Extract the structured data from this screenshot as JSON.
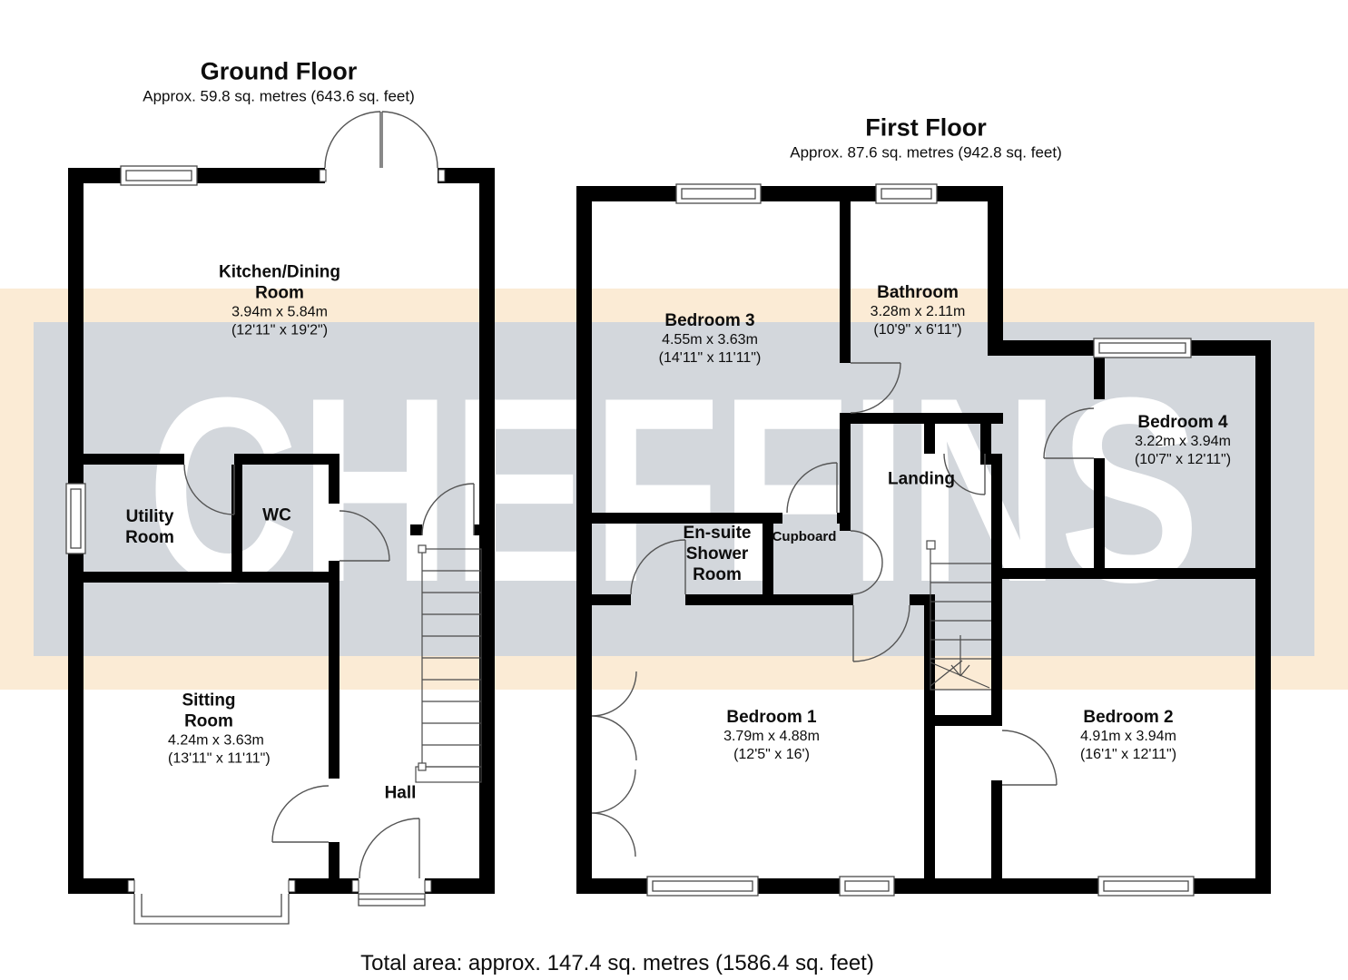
{
  "colors": {
    "band_beige": "#FBEBD5",
    "band_gray": "#D3D7DC",
    "watermark_letters": "#FFFFFF",
    "wall": "#000000"
  },
  "watermark": {
    "text": "CHEFFINS"
  },
  "ground_floor": {
    "title": "Ground Floor",
    "subtitle": "Approx. 59.8 sq. metres (643.6 sq. feet)",
    "rooms": {
      "kitchen_dining": {
        "name": "Kitchen/Dining Room",
        "metric": "3.94m x 5.84m",
        "imperial": "(12'11\" x 19'2\")"
      },
      "utility": {
        "name": "Utility Room"
      },
      "wc": {
        "name": "WC"
      },
      "sitting": {
        "name": "Sitting Room",
        "metric": "4.24m x 3.63m",
        "imperial": "(13'11\" x 11'11\")"
      },
      "hall": {
        "name": "Hall"
      }
    }
  },
  "first_floor": {
    "title": "First Floor",
    "subtitle": "Approx. 87.6 sq. metres (942.8 sq. feet)",
    "rooms": {
      "bedroom3": {
        "name": "Bedroom 3",
        "metric": "4.55m x 3.63m",
        "imperial": "(14'11\" x 11'11\")"
      },
      "bathroom": {
        "name": "Bathroom",
        "metric": "3.28m x 2.11m",
        "imperial": "(10'9\" x 6'11\")"
      },
      "bedroom4": {
        "name": "Bedroom 4",
        "metric": "3.22m x 3.94m",
        "imperial": "(10'7\" x 12'11\")"
      },
      "landing": {
        "name": "Landing"
      },
      "ensuite": {
        "name": "En-suite Shower Room"
      },
      "cupboard": {
        "name": "Cupboard"
      },
      "bedroom1": {
        "name": "Bedroom 1",
        "metric": "3.79m x 4.88m",
        "imperial": "(12'5\" x 16')"
      },
      "bedroom2": {
        "name": "Bedroom 2",
        "metric": "4.91m x 3.94m",
        "imperial": "(16'1\" x 12'11\")"
      }
    }
  },
  "footer": {
    "total_area": "Total area: approx. 147.4 sq. metres (1586.4 sq. feet)"
  }
}
